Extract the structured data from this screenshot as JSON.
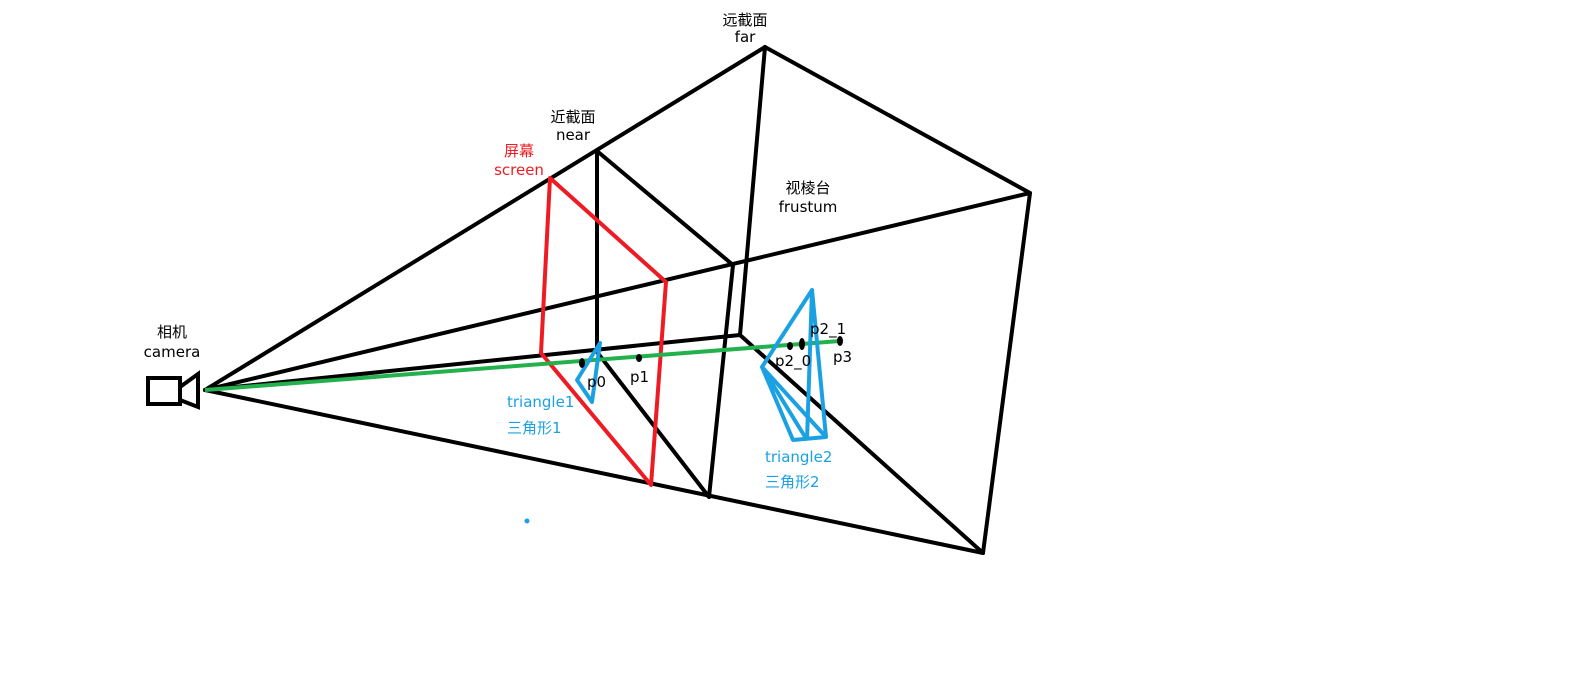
{
  "colors": {
    "frustum": "#000000",
    "screen": "#ed1c24",
    "ray": "#22b14c",
    "triangle": "#1ba1e2"
  },
  "labels": {
    "far_cn": "远截面",
    "far_en": "far",
    "near_cn": "近截面",
    "near_en": "near",
    "screen_cn": "屏幕",
    "screen_en": "screen",
    "frustum_cn": "视棱台",
    "frustum_en": "frustum",
    "camera_cn": "相机",
    "camera_en": "camera",
    "triangle1_en": "triangle1",
    "triangle1_cn": "三角形1",
    "triangle2_en": "triangle2",
    "triangle2_cn": "三角形2",
    "p0": "p0",
    "p1": "p1",
    "p2_0": "p2_0",
    "p2_1": "p2_1",
    "p3": "p3"
  }
}
